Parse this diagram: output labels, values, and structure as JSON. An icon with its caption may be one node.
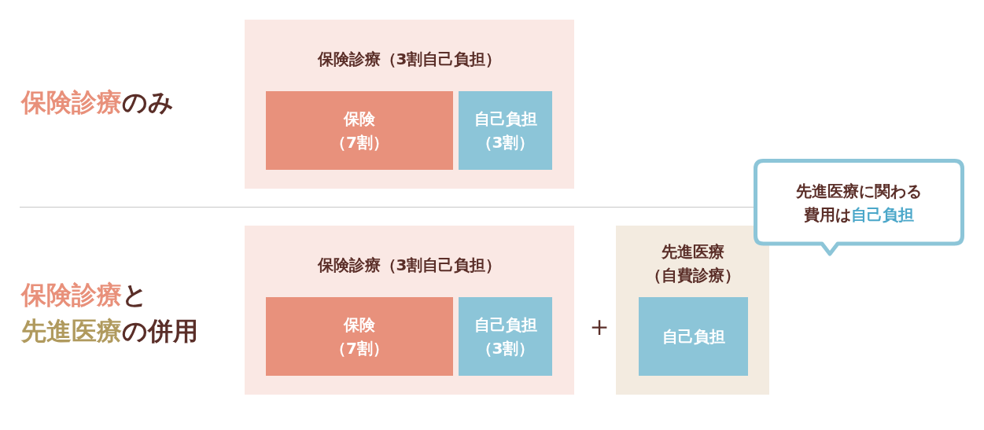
{
  "diagram": {
    "nodes": [
      {
        "text": [
          "保険診療（3割自己負担）"
        ]
      },
      {
        "text": [
          "保険（7割）"
        ],
        "in": 0
      },
      {
        "text": [
          "自己負担（3割）"
        ],
        "in": 0
      },
      {
        "text": [
          "保険診療（3割自己負担）"
        ]
      },
      {
        "text": [
          "保険（7割）"
        ],
        "in": 3
      },
      {
        "text": [
          "自己負担（3割）"
        ],
        "in": 3
      },
      {
        "text": [
          "先進医療（自費診療）"
        ]
      },
      {
        "text": [
          "自己負担"
        ],
        "in": 6
      },
      {
        "text": [
          "先進医療に関わる費用は自己負担"
        ]
      }
    ],
    "labels": [
      "保険診療のみ",
      "保険診療と先進医療の併用",
      "＋"
    ]
  }
}
